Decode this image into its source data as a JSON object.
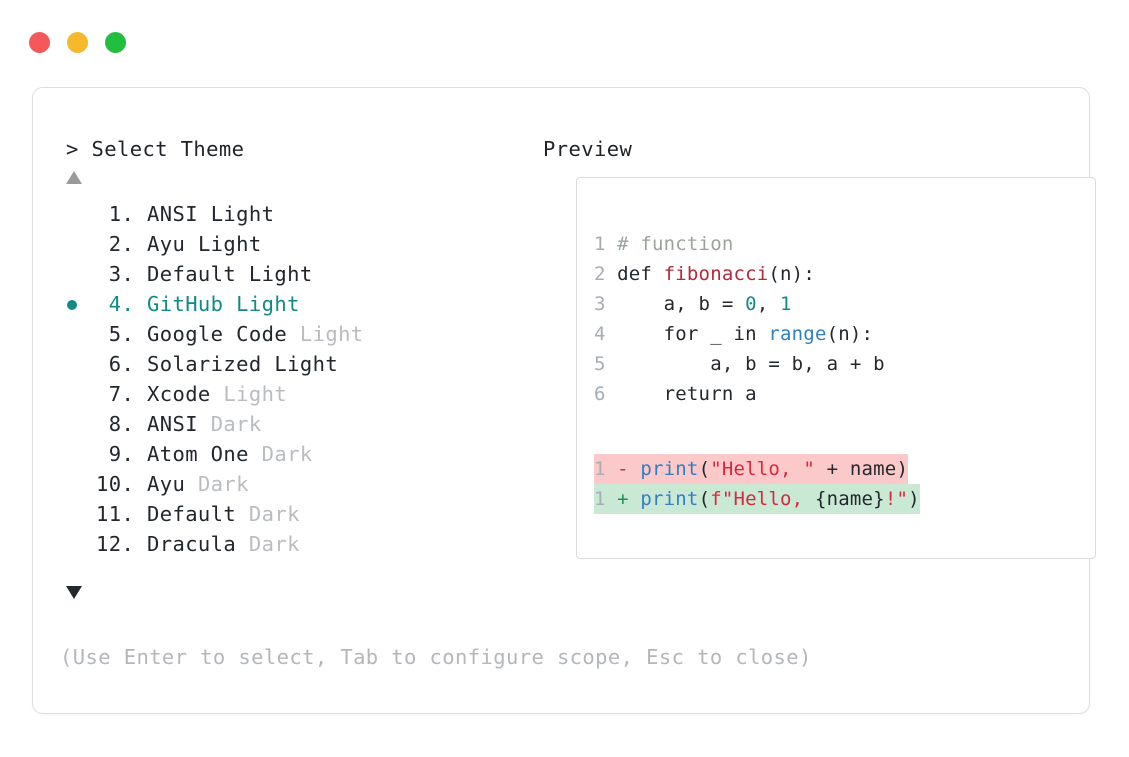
{
  "window": {
    "traffic_lights": [
      {
        "name": "close",
        "color": "#f4585a"
      },
      {
        "name": "minimize",
        "color": "#f6b82c"
      },
      {
        "name": "maximize",
        "color": "#21bf3d"
      }
    ]
  },
  "left_panel": {
    "prompt_prefix": ">",
    "title": "> Select Theme",
    "scroll_up_indicator": "▲",
    "scroll_down_indicator": "▼",
    "selected_index": 4,
    "selected_bullet": "●",
    "items": [
      {
        "number": " 1.",
        "name": "ANSI",
        "variant": "Light",
        "variant_dim": false,
        "selected": false
      },
      {
        "number": " 2.",
        "name": "Ayu",
        "variant": "Light",
        "variant_dim": false,
        "selected": false
      },
      {
        "number": " 3.",
        "name": "Default",
        "variant": "Light",
        "variant_dim": false,
        "selected": false
      },
      {
        "number": " 4.",
        "name": "GitHub",
        "variant": "Light",
        "variant_dim": false,
        "selected": true
      },
      {
        "number": " 5.",
        "name": "Google Code",
        "variant": "Light",
        "variant_dim": true,
        "selected": false
      },
      {
        "number": " 6.",
        "name": "Solarized",
        "variant": "Light",
        "variant_dim": false,
        "selected": false
      },
      {
        "number": " 7.",
        "name": "Xcode",
        "variant": "Light",
        "variant_dim": true,
        "selected": false
      },
      {
        "number": " 8.",
        "name": "ANSI",
        "variant": "Dark",
        "variant_dim": true,
        "selected": false
      },
      {
        "number": " 9.",
        "name": "Atom One",
        "variant": "Dark",
        "variant_dim": true,
        "selected": false
      },
      {
        "number": "10.",
        "name": "Ayu",
        "variant": "Dark",
        "variant_dim": true,
        "selected": false
      },
      {
        "number": "11.",
        "name": "Default",
        "variant": "Dark",
        "variant_dim": true,
        "selected": false
      },
      {
        "number": "12.",
        "name": "Dracula",
        "variant": "Dark",
        "variant_dim": true,
        "selected": false
      }
    ]
  },
  "right_panel": {
    "title": "Preview",
    "code_lines": [
      {
        "ln": "1",
        "tokens": [
          {
            "t": "# function",
            "c": "comment"
          }
        ]
      },
      {
        "ln": "2",
        "tokens": [
          {
            "t": "def ",
            "c": "kw"
          },
          {
            "t": "fibonacci",
            "c": "fn"
          },
          {
            "t": "(n):",
            "c": "plain"
          }
        ]
      },
      {
        "ln": "3",
        "tokens": [
          {
            "t": "    a, b = ",
            "c": "plain"
          },
          {
            "t": "0",
            "c": "num"
          },
          {
            "t": ", ",
            "c": "plain"
          },
          {
            "t": "1",
            "c": "num"
          }
        ]
      },
      {
        "ln": "4",
        "tokens": [
          {
            "t": "    for _ in ",
            "c": "plain"
          },
          {
            "t": "range",
            "c": "builtin"
          },
          {
            "t": "(n):",
            "c": "plain"
          }
        ]
      },
      {
        "ln": "5",
        "tokens": [
          {
            "t": "        a, b = b, a + b",
            "c": "plain"
          }
        ]
      },
      {
        "ln": "6",
        "tokens": [
          {
            "t": "    return a",
            "c": "plain"
          }
        ]
      }
    ],
    "diff_lines": [
      {
        "ln": "1",
        "kind": "delete",
        "marker": "-",
        "tokens": [
          {
            "t": "print",
            "c": "builtin"
          },
          {
            "t": "(",
            "c": "plain"
          },
          {
            "t": "\"Hello, \"",
            "c": "str"
          },
          {
            "t": " + name)",
            "c": "plain"
          }
        ]
      },
      {
        "ln": "1",
        "kind": "add",
        "marker": "+",
        "tokens": [
          {
            "t": "print",
            "c": "builtin"
          },
          {
            "t": "(",
            "c": "plain"
          },
          {
            "t": "f\"Hello, ",
            "c": "str"
          },
          {
            "t": "{name}",
            "c": "plain"
          },
          {
            "t": "!\"",
            "c": "str"
          },
          {
            "t": ")",
            "c": "plain"
          }
        ]
      }
    ]
  },
  "footer": {
    "hint": "(Use Enter to select, Tab to configure scope, Esc to close)"
  },
  "colors": {
    "accent": "#128a86",
    "diff_delete_bg": "#fbc9ca",
    "diff_add_bg": "#c9e9d5",
    "dim_text": "#b9bcc0",
    "border": "#dedede"
  }
}
